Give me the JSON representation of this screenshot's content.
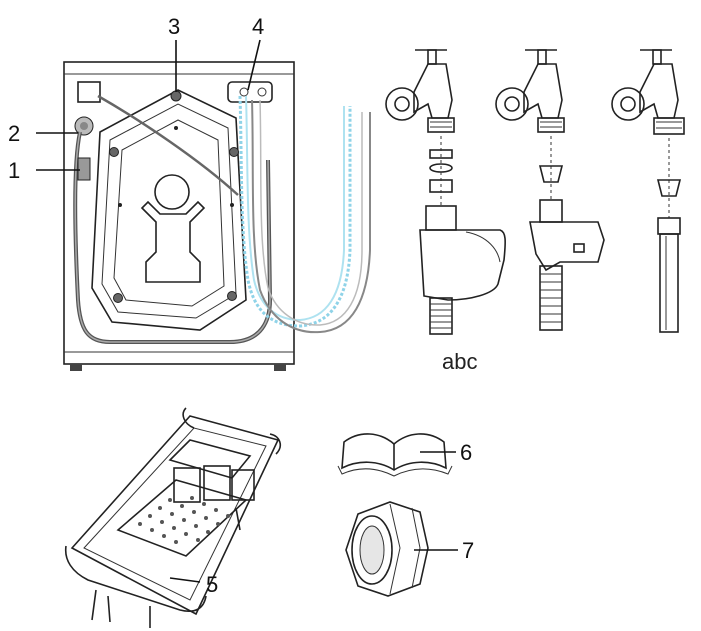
{
  "figure": {
    "caption": "abc",
    "callouts": [
      "1",
      "2",
      "3",
      "4",
      "5",
      "6",
      "7"
    ]
  },
  "colors": {
    "outline": "#222222",
    "panel": "#f4f4f4",
    "inlet_hose": "#8fd3e8",
    "drain_hose": "#777777",
    "metal": "#c8c8c8"
  },
  "icons": {
    "washer_back": "washing-machine-back-icon",
    "tap": "water-tap-icon",
    "tray": "detergent-tray-icon",
    "manual": "open-book-icon",
    "nut": "hex-nut-icon"
  }
}
